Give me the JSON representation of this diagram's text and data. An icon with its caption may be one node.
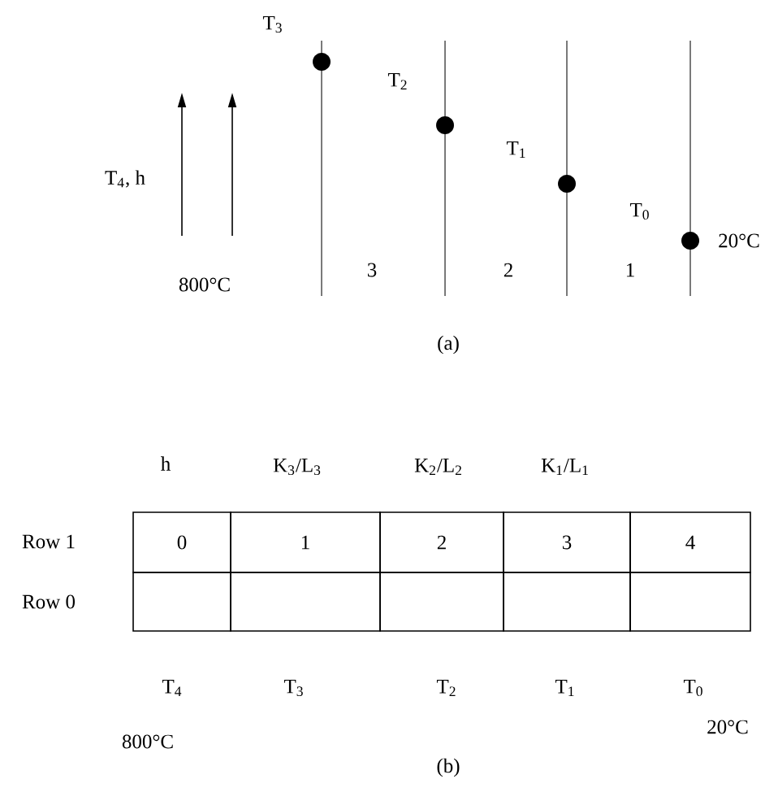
{
  "diagram": {
    "labels": [
      "T$_{3}$",
      "T$_{2}$",
      "T$_{4}$, h",
      "T$_{1}$",
      "T$_{0}$",
      "20°C",
      "800°C",
      "3",
      "2",
      "1",
      "(a)",
      "h",
      "K$_{3}$/L$_{3}$",
      "K$_{2}$/L$_{2}$",
      "K$_{1}$/L$_{1}$",
      "Row 1",
      "0",
      "1",
      "2",
      "3",
      "4",
      "Row 0",
      "T$_{4}$",
      "T$_{3}$",
      "T$_{2}$",
      "T$_{1}$",
      "T$_{0}$",
      "800°C",
      "20°C",
      "(b)"
    ]
  }
}
